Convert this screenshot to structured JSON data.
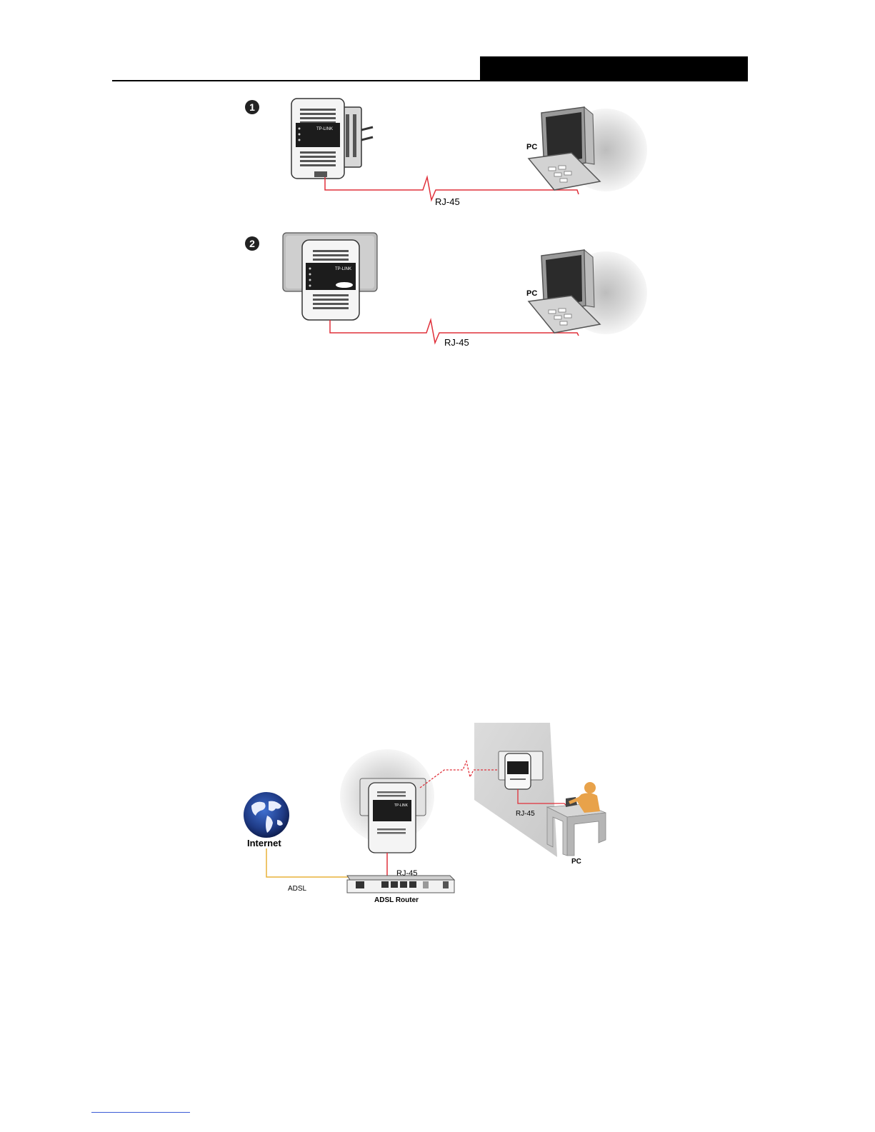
{
  "figure1": {
    "step_1": "1",
    "step_2": "2",
    "pc_label": "PC",
    "cable_label": "RJ-45"
  },
  "figure2": {
    "internet_label": "Internet",
    "adsl_label": "ADSL",
    "router_label": "ADSL Router",
    "rj45_router": "RJ-45",
    "rj45_pc": "RJ-45",
    "pc_label": "PC"
  },
  "colors": {
    "cable_red": "#e0303a",
    "adsl_cable": "#e8b23a",
    "accent_blue": "#1f3b86",
    "person_orange": "#e8a24a"
  },
  "device_brand": "TP-LINK"
}
